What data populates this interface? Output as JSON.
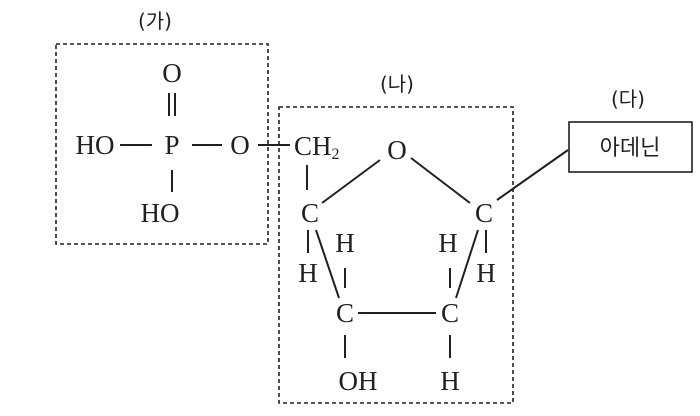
{
  "labels": {
    "phosphate": "(가)",
    "sugar": "(나)",
    "base": "(다)"
  },
  "phosphate_group": {
    "top_o": "O",
    "left": "HO",
    "p": "P",
    "right_o": "O",
    "bottom": "HO"
  },
  "sugar": {
    "ch2": "CH",
    "ch2_sub": "2",
    "ring_o": "O",
    "c": "C",
    "h": "H",
    "oh": "OH"
  },
  "base": {
    "name": "아데닌"
  }
}
